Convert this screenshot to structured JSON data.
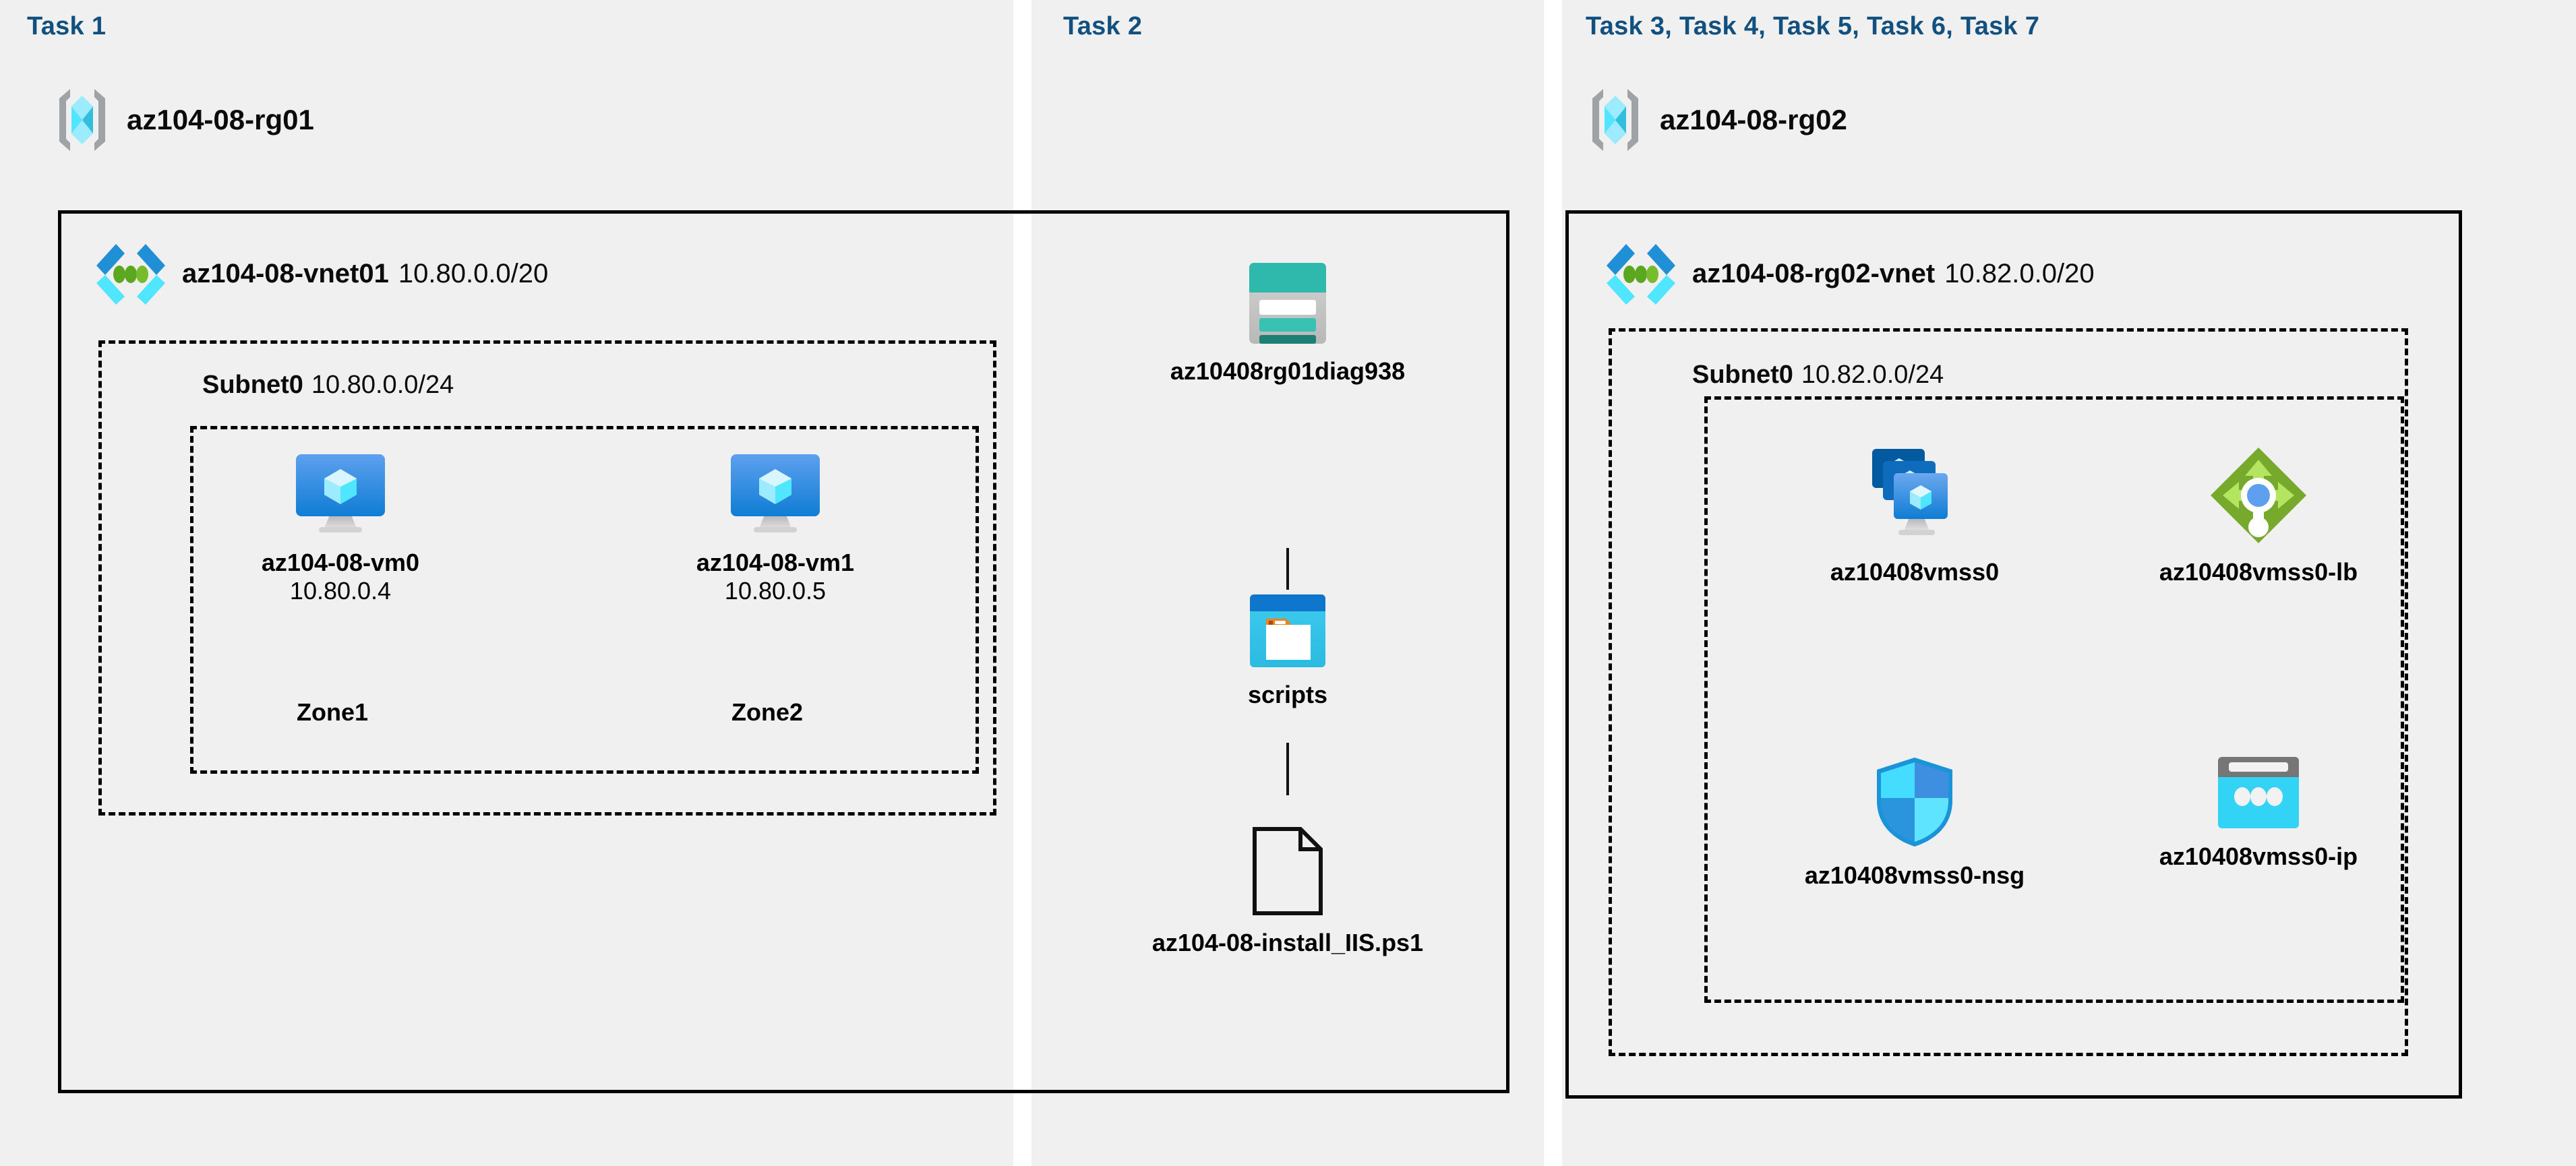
{
  "panels": [
    {
      "id": "task1",
      "title": "Task 1"
    },
    {
      "id": "task2",
      "title": "Task 2"
    },
    {
      "id": "task3",
      "title": "Task 3, Task 4, Task 5, Task 6, Task 7"
    }
  ],
  "colors": {
    "task_title": "#12507f",
    "panel_bg": "#f0f0f0",
    "page_bg": "#ffffff",
    "border": "#000000",
    "vm_blue": "#1b8ae0",
    "storage_teal": "#2fb9ac",
    "container_blue": "#0f7dd4",
    "lb_green": "#6aa52a",
    "nsg_cyan": "#32d3f5",
    "ip_gray": "#767676"
  },
  "task1": {
    "resource_group": {
      "name": "az104-08-rg01",
      "icon": "resource-group-icon"
    },
    "vnet": {
      "name": "az104-08-vnet01",
      "cidr": "10.80.0.0/20",
      "icon": "virtual-network-icon"
    },
    "subnet": {
      "name": "Subnet0",
      "cidr": "10.80.0.0/24"
    },
    "vms": [
      {
        "name": "az104-08-vm0",
        "ip": "10.80.0.4",
        "zone": "Zone1",
        "icon": "virtual-machine-icon"
      },
      {
        "name": "az104-08-vm1",
        "ip": "10.80.0.5",
        "zone": "Zone2",
        "icon": "virtual-machine-icon"
      }
    ]
  },
  "task2": {
    "storage_account": {
      "name": "az10408rg01diag938",
      "icon": "storage-account-icon"
    },
    "container": {
      "name": "scripts",
      "icon": "blob-container-icon"
    },
    "file": {
      "name": "az104-08-install_IIS.ps1",
      "icon": "file-icon"
    }
  },
  "task3": {
    "resource_group": {
      "name": "az104-08-rg02",
      "icon": "resource-group-icon"
    },
    "vnet": {
      "name": "az104-08-rg02-vnet",
      "cidr": "10.82.0.0/20",
      "icon": "virtual-network-icon"
    },
    "subnet": {
      "name": "Subnet0",
      "cidr": "10.82.0.0/24"
    },
    "resources": [
      {
        "name": "az10408vmss0",
        "icon": "vm-scale-set-icon"
      },
      {
        "name": "az10408vmss0-lb",
        "icon": "load-balancer-icon"
      },
      {
        "name": "az10408vmss0-nsg",
        "icon": "network-security-group-icon"
      },
      {
        "name": "az10408vmss0-ip",
        "icon": "public-ip-address-icon"
      }
    ]
  }
}
